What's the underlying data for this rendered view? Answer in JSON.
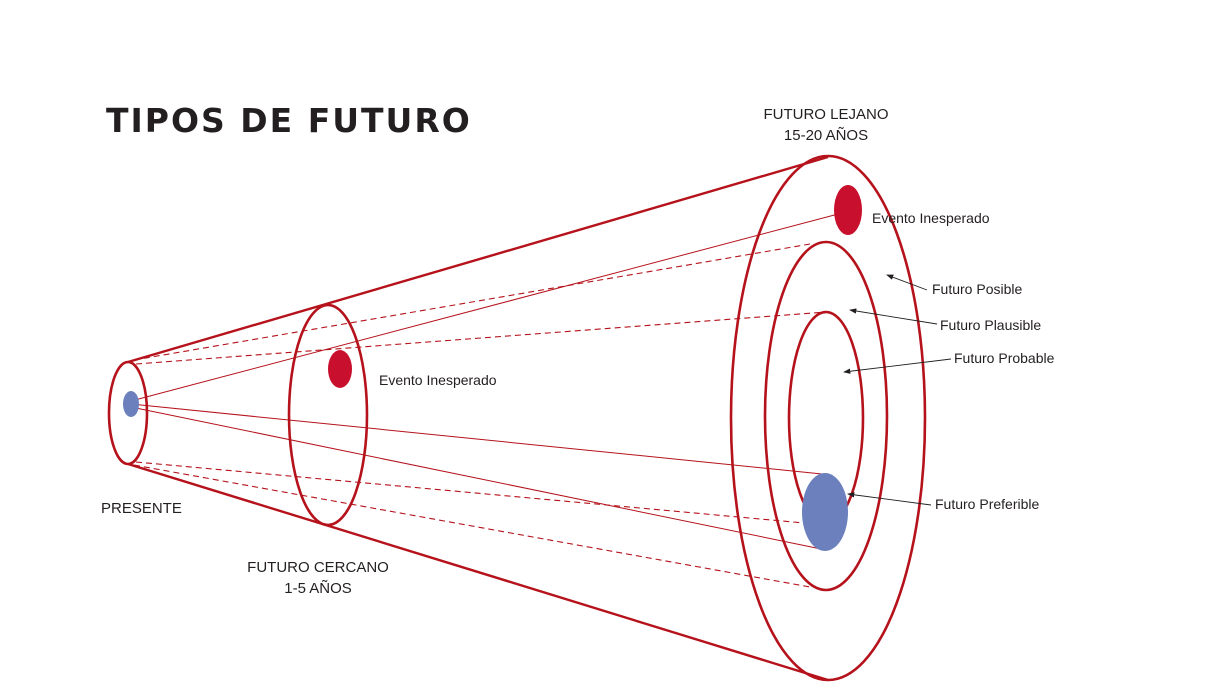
{
  "title": "TIPOS DE FUTURO",
  "labels": {
    "presente": "PRESENTE",
    "futuro_cercano_line1": "FUTURO CERCANO",
    "futuro_cercano_line2": "1-5 AÑOS",
    "futuro_lejano_line1": "FUTURO LEJANO",
    "futuro_lejano_line2": "15-20 AÑOS",
    "evento_inesperado_cercano": "Evento Inesperado",
    "evento_inesperado_lejano": "Evento Inesperado",
    "futuro_posible": "Futuro Posible",
    "futuro_plausible": "Futuro Plausible",
    "futuro_probable": "Futuro Probable",
    "futuro_preferible": "Futuro Preferible"
  },
  "colors": {
    "outline_red": "#b5121b",
    "event_red": "#c8102e",
    "preferible_blue": "#6b80bd",
    "text": "#231f20",
    "background": "#ffffff"
  }
}
